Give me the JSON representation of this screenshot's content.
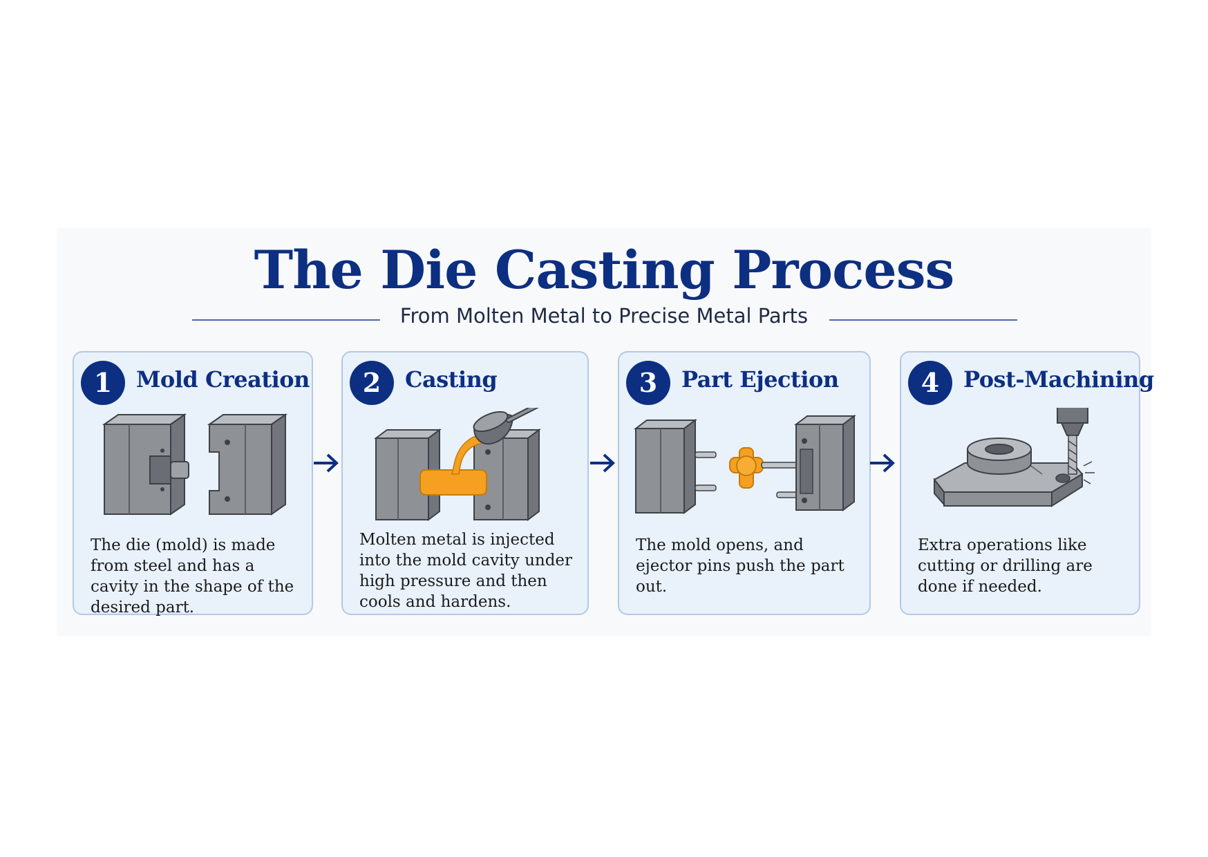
{
  "header": {
    "title": "The Die Casting Process",
    "subtitle": "From Molten Metal to Precise Metal Parts"
  },
  "steps": [
    {
      "number": "1",
      "title": "Mold Creation",
      "description": "The die (mold) is made from steel and has a cavity in the shape of the desired part."
    },
    {
      "number": "2",
      "title": "Casting",
      "description": "Molten metal is injected into the mold cavity under high pressure and then cools and hardens."
    },
    {
      "number": "3",
      "title": "Part Ejection",
      "description": "The mold opens, and ejector pins push the part out."
    },
    {
      "number": "4",
      "title": "Post-Machining",
      "description": "Extra operations like cutting or drilling are done if needed."
    }
  ],
  "colors": {
    "navy": "#0d2f82",
    "card_fill": "#e9f1fb",
    "card_border": "#b2c9e4",
    "steel": "#8e9196",
    "molten": "#f5a020"
  },
  "icons": [
    "die-mold-halves-icon",
    "ladle-pouring-icon",
    "ejected-part-icon",
    "drill-machining-icon",
    "right-arrow-icon"
  ]
}
